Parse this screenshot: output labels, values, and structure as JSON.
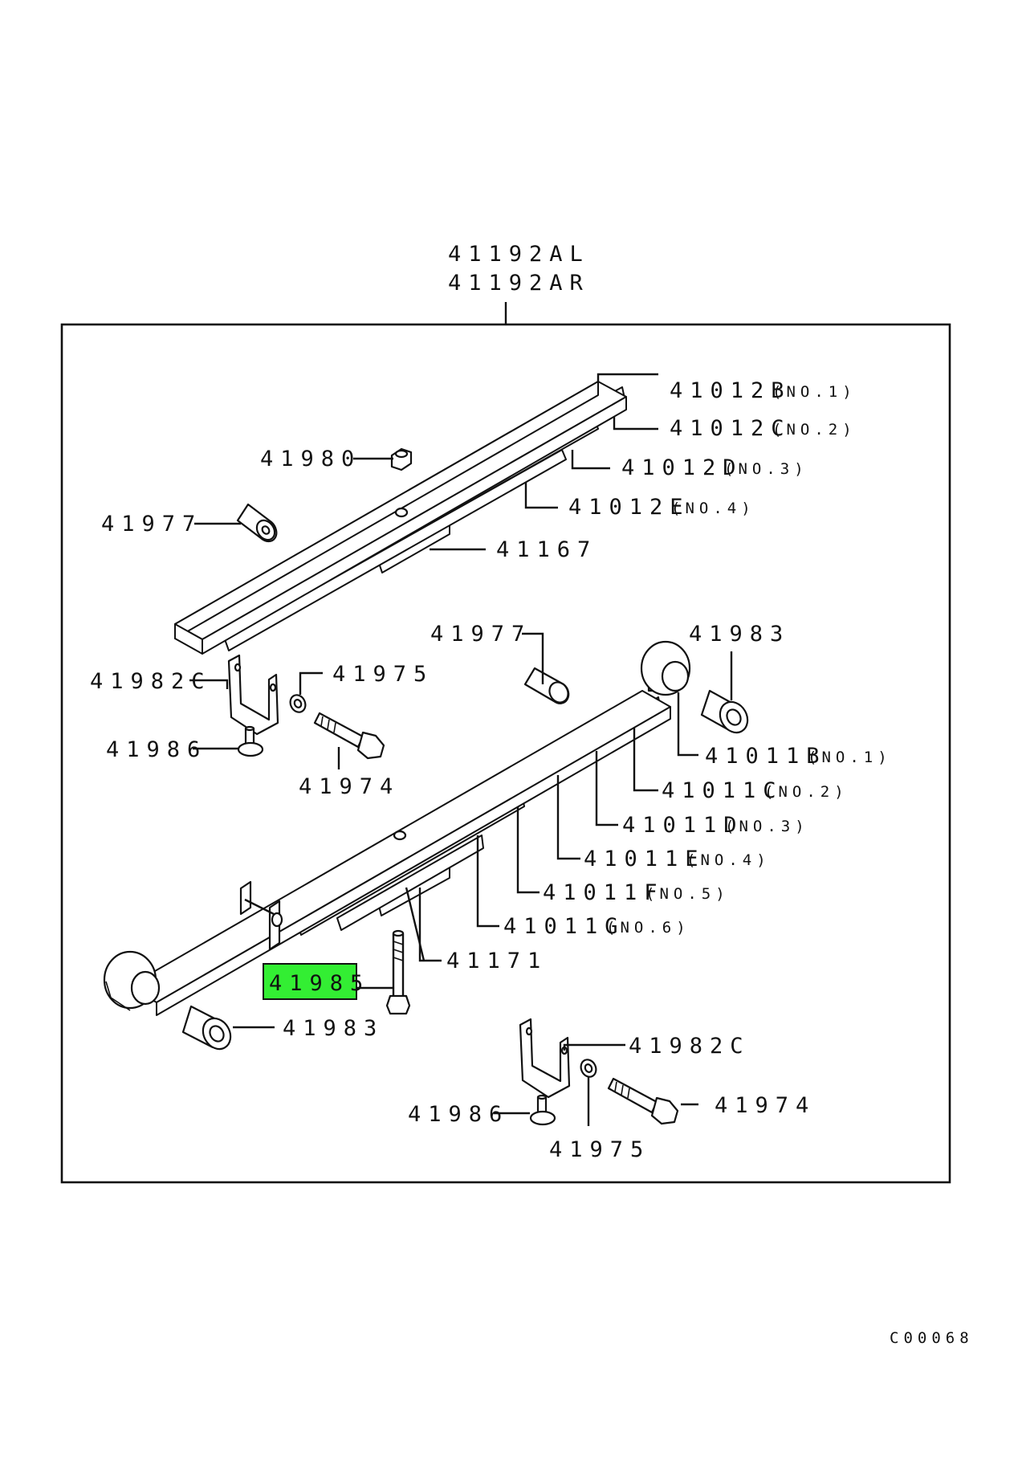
{
  "diagram": {
    "assembly_labels": [
      "41192AL",
      "41192AR"
    ],
    "upper_spring": {
      "leaf_1": {
        "code": "41012B",
        "note": "(NO.1)"
      },
      "leaf_2": {
        "code": "41012C",
        "note": "(NO.2)"
      },
      "leaf_3": {
        "code": "41012D",
        "note": "(NO.3)"
      },
      "leaf_4": {
        "code": "41012E",
        "note": "(NO.4)"
      },
      "liner": "41167",
      "nut": "41980",
      "bushing": "41977"
    },
    "lower_spring": {
      "leaf_1": {
        "code": "41011B",
        "note": "(NO.1)"
      },
      "leaf_2": {
        "code": "41011C",
        "note": "(NO.2)"
      },
      "leaf_3": {
        "code": "41011D",
        "note": "(NO.3)"
      },
      "leaf_4": {
        "code": "41011E",
        "note": "(NO.4)"
      },
      "leaf_5": {
        "code": "41011F",
        "note": "(NO.5)"
      },
      "leaf_6": {
        "code": "41011G",
        "note": "(NO.6)"
      },
      "liner": "41171",
      "center_bolt": "41985",
      "bushing_right": "41983",
      "bushing_left": "41983",
      "spacer_pipe": "41977"
    },
    "clip_left": {
      "clip": "41982C",
      "washer": "41975",
      "bolt": "41974",
      "rivet": "41986"
    },
    "clip_right": {
      "clip": "41982C",
      "washer": "41975",
      "bolt": "41974",
      "rivet": "41986"
    },
    "highlight_color": "#33ee33",
    "figure_code": "C00068"
  }
}
